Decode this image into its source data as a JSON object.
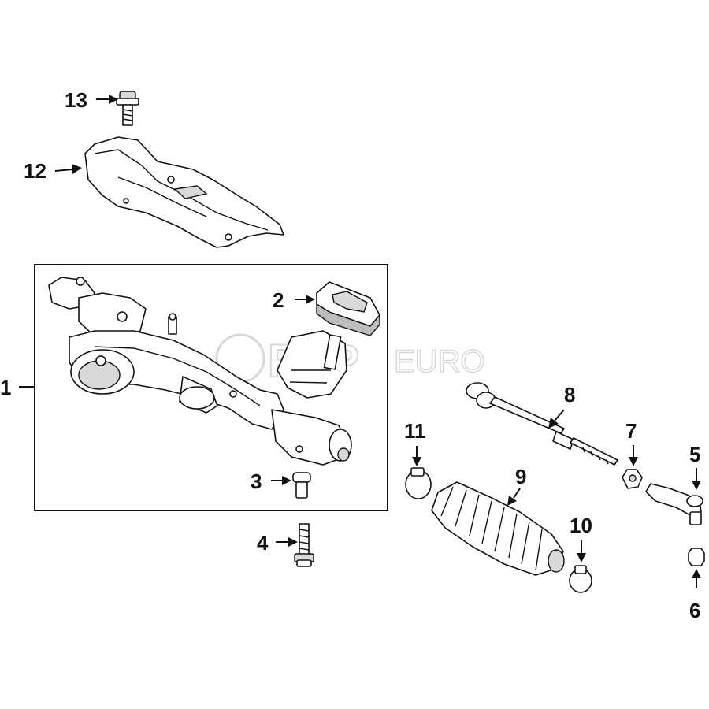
{
  "callouts": {
    "c1": "1",
    "c2": "2",
    "c3": "3",
    "c4": "4",
    "c5": "5",
    "c6": "6",
    "c7": "7",
    "c8": "8",
    "c9": "9",
    "c10": "10",
    "c11": "11",
    "c12": "12",
    "c13": "13"
  },
  "watermark": {
    "brand": "FCP",
    "suffix": "EURO"
  },
  "colors": {
    "ink": "#111111",
    "shade": "#bdbdbd",
    "watermark": "#d8d8d8",
    "background": "#ffffff"
  }
}
